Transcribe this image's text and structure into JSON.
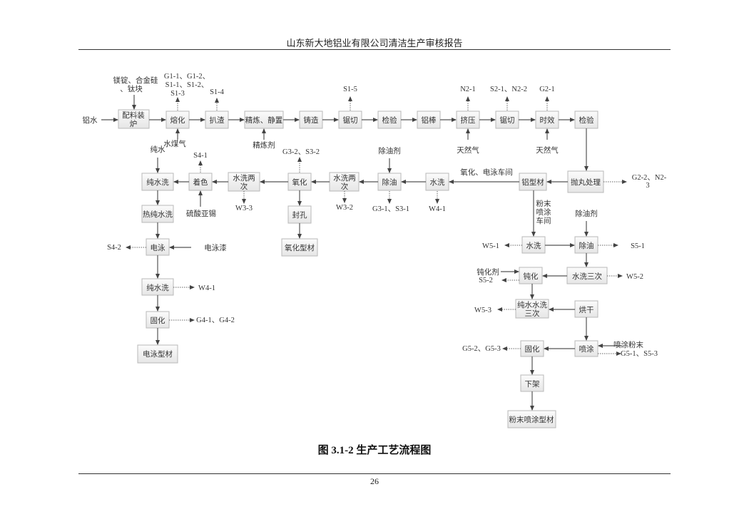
{
  "header": {
    "title": "山东新大地铝业有限公司清洁生产审核报告"
  },
  "figure": {
    "caption": "图 3.1-2  生产工艺流程图"
  },
  "footer": {
    "page_number": "26"
  },
  "nodes": {
    "batching": [
      "配料装",
      "炉"
    ],
    "melting": "熔化",
    "slag_removal": "扒渣",
    "refining": "精炼、静置",
    "casting": "铸造",
    "sawing1": "锯切",
    "inspection1": "检验",
    "al_rod": "铝棒",
    "extrusion": "挤压",
    "sawing2": "锯切",
    "aging": "时效",
    "inspection2": "检验",
    "shot_blasting": "抛丸处理",
    "al_profile": "铝型材",
    "water_wash_ox": "水洗",
    "degrease_ox": "除油",
    "wash_twice_1": [
      "水洗两",
      "次"
    ],
    "oxidation": "氧化",
    "sealing": "封孔",
    "oxidized_profile": "氧化型材",
    "wash_twice_2": [
      "水洗两",
      "次"
    ],
    "coloring": "着色",
    "pure_wash_1": "纯水洗",
    "hot_pure_wash": "热纯水洗",
    "electrophoresis": "电泳",
    "pure_wash_2": "纯水洗",
    "curing_ep": "固化",
    "ep_profile": "电泳型材",
    "water_wash_pc": "水洗",
    "degrease_pc": "除油",
    "wash_three": "水洗三次",
    "passivation": "钝化",
    "pure_wash_three": [
      "纯水水洗",
      "三次"
    ],
    "drying": "烘干",
    "spraying": "喷涂",
    "curing_pc": "固化",
    "unloading": "下架",
    "powder_profile": "粉末喷涂型材"
  },
  "labels": {
    "molten_al": "铝水",
    "alloy_inputs": [
      "镁锭、合金硅",
      "、钛块"
    ],
    "melt_emissions": [
      "G1-1、G1-2、",
      "S1-1、S1-2、",
      "S1-3"
    ],
    "water_gas": "水煤气",
    "s1_4": "S1-4",
    "refining_agent": "精炼剂",
    "s1_5": "S1-5",
    "n2_1": "N2-1",
    "natural_gas_1": "天然气",
    "s2_1_n2_2": "S2-1、N2-2",
    "g2_1": "G2-1",
    "natural_gas_2": "天然气",
    "g2_2_n2_3": [
      "G2-2、N2-",
      "3"
    ],
    "ox_ep_workshop": "氧化、电泳车间",
    "w4_1a": "W4-1",
    "degreaser_1": "除油剂",
    "g3_1_s3_1": "G3-1、S3-1",
    "w3_2": "W3-2",
    "g3_2_s3_2": "G3-2、S3-2",
    "w3_3": "W3-3",
    "s4_1": "S4-1",
    "tin_sulfate": "硫酸亚锡",
    "pure_water": "纯水",
    "s4_2": "S4-2",
    "ep_paint": "电泳漆",
    "w4_1b": "W4-1",
    "g4": "G4-1、G4-2",
    "powder_workshop": [
      "粉末",
      "喷涂",
      "车间"
    ],
    "w5_1": "W5-1",
    "degreaser_2": "除油剂",
    "s5_1": "S5-1",
    "w5_2": "W5-2",
    "passivator": "钝化剂",
    "s5_2": "S5-2",
    "w5_3": "W5-3",
    "spray_powder": "喷涂粉末",
    "g5_1_s5_3": "G5-1、S5-3",
    "g5_2_g5_3": "G5-2、G5-3"
  }
}
